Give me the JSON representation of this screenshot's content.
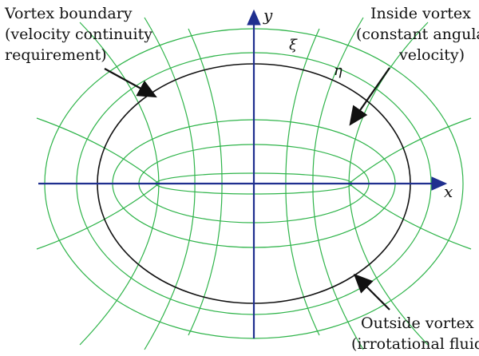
{
  "annotations": {
    "vortex_boundary": [
      "Vortex boundary",
      "(velocity continuity",
      "requirement)"
    ],
    "inside_vortex": [
      "Inside vortex",
      "(constant angular",
      "velocity)"
    ],
    "outside_vortex": [
      "Outside vortex",
      "(irrotational fluid)"
    ]
  },
  "axes": {
    "x_label": "x",
    "y_label": "y"
  },
  "coordinates": {
    "xi_label": "ξ",
    "eta_label": "η"
  },
  "colors": {
    "grid": "#2fb44a",
    "axis": "#1f2f8f",
    "boundary": "#111111"
  }
}
